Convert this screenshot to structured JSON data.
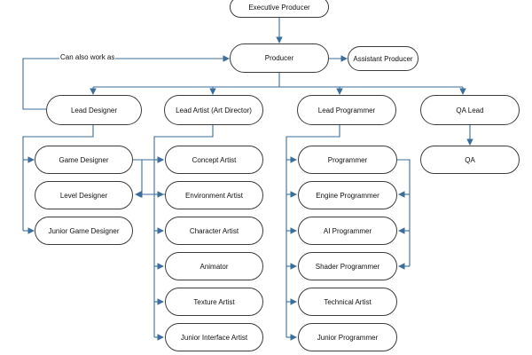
{
  "diagram": {
    "nodes": {
      "executive_producer": "Executive Producer",
      "producer": "Producer",
      "assistant_producer": "Assistant Producer",
      "lead_designer": "Lead Designer",
      "lead_artist": "Lead Artist (Art Director)",
      "lead_programmer": "Lead Programmer",
      "qa_lead": "QA Lead",
      "game_designer": "Game Designer",
      "level_designer": "Level Designer",
      "junior_game_designer": "Junior Game Designer",
      "concept_artist": "Concept Artist",
      "environment_artist": "Environment Artist",
      "character_artist": "Character Artist",
      "animator": "Animator",
      "texture_artist": "Texture Artist",
      "junior_interface_artist": "Junior Interface Artist",
      "programmer": "Programmer",
      "engine_programmer": "Engine Programmer",
      "ai_programmer": "AI Programmer",
      "shader_programmer": "Shader Programmer",
      "technical_artist": "Technical Artist",
      "junior_programmer": "Junior Programmer",
      "qa": "QA"
    },
    "edge_label_can_also_work_as": "Can also work as",
    "colors": {
      "arrow": "#3b6e9a",
      "node_border": "#3c3c3c",
      "text": "#111111"
    }
  }
}
